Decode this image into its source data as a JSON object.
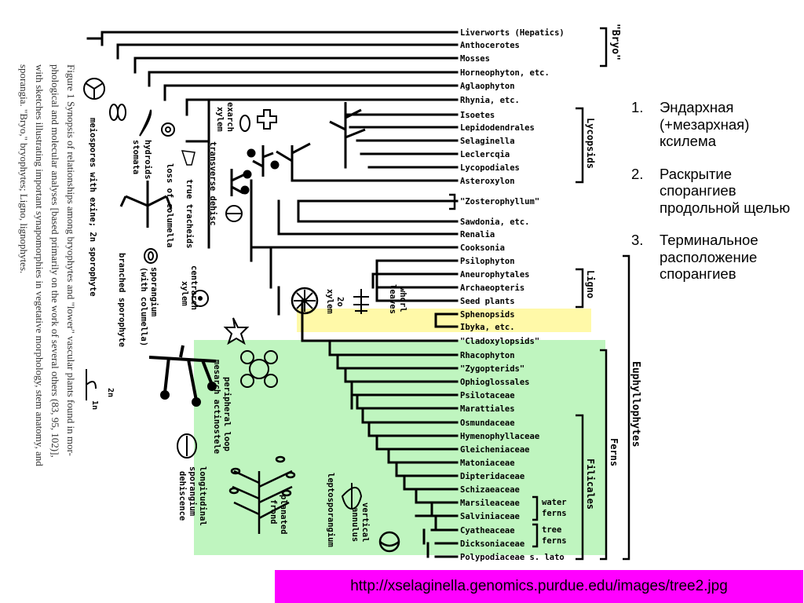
{
  "taxa": [
    "Liverworts (Hepatics)",
    "Anthocerotes",
    "Mosses",
    "Horneophyton, etc.",
    "Aglaophyton",
    "Rhynia, etc.",
    "Isoetes",
    "Lepidodendrales",
    "Selaginella",
    "Leclercqia",
    "Lycopodiales",
    "Asteroxylon",
    "\"Zosterophyllum\"",
    "Sawdonia, etc.",
    "Renalia",
    "Cooksonia",
    "Psilophyton",
    "Aneurophytales",
    "Archaeopteris",
    "Seed plants",
    "Sphenopsids",
    "Ibyka, etc.",
    "\"Cladoxylopsids\"",
    "Rhacophyton",
    "\"Zygopterids\"",
    "Ophioglossales",
    "Psilotaceae",
    "Marattiales",
    "Osmundaceae",
    "Hymenophyllaceae",
    "Gleicheniaceae",
    "Matoniaceae",
    "Dipteridaceae",
    "Schizaeaceae",
    "Marsileaceae",
    "Salviniaceae",
    "Cyatheaceae",
    "Dicksoniaceae",
    "Polypodiaceae s. lato"
  ],
  "groups": {
    "bryo": "\"Bryo\"",
    "lycopsids": "Lycopsids",
    "ligno": "Ligno",
    "euphyllophytes": "Euphyllophytes",
    "ferns": "Ferns",
    "filicales": "Filicales",
    "water_ferns": [
      "water",
      "ferns"
    ],
    "tree_ferns": [
      "tree",
      "ferns"
    ]
  },
  "characters": {
    "c1": "meiospores with exine; 2n sporophyte",
    "c2": "hydroids",
    "c3": "stomata",
    "c4": "loss of columella",
    "c5": "true tracheids",
    "c6": "branched sporophyte",
    "c7": "sporangium",
    "c8": "(with columella)",
    "c9": "centrarch",
    "c10": "xylem",
    "c11": "exarch",
    "c12": "xylem",
    "c13": "transverse dehisc",
    "c14": "peripheral loop",
    "c15": "mesarch actinostele",
    "c16": "longitudinal",
    "c17": "sporangium",
    "c18": "dehiscence",
    "c19": "planated",
    "c20": "frond",
    "c21": "leptosporangium",
    "c22": "vertical",
    "c23": "annulus",
    "c24": "whorl",
    "c25": "leaves",
    "c26": "2o",
    "c27": "xylem"
  },
  "ploidy": {
    "two_n": "2n",
    "one_n": "1n"
  },
  "caption": [
    "Figure 1  Synopsis of relationships among bryophytes and \"lower\" vascular plants found in mor-",
    "phological and molecular analyses [based primarily on the work of several others (83, 95, 102)],",
    "with sketches illustrating important synapomorphies in vegetative morphology, stem anatomy, and",
    "sporangia. \"Bryo,\" bryophytes; Ligno, lignophytes."
  ],
  "list": [
    {
      "n": "1.",
      "text": "Эндархная (+мезархная) ксилема"
    },
    {
      "n": "2.",
      "text": "Раскрытие спорангиев продольной щелью"
    },
    {
      "n": "3.",
      "text": "Терминальное расположение спорангиев"
    }
  ],
  "url": "http://xselaginella.genomics.purdue.edu/images/tree2.jpg",
  "colors": {
    "green_highlight": "#bff5bf",
    "yellow_highlight": "#fff9a8",
    "url_bar": "#ff00ff",
    "ink": "#000000"
  }
}
